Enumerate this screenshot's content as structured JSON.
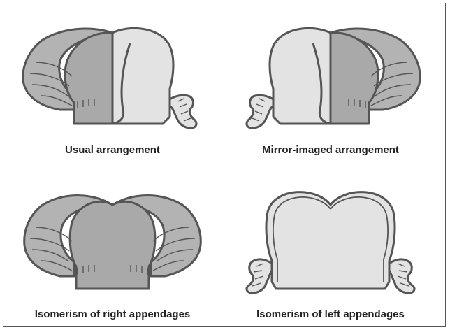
{
  "figure": {
    "panels": [
      {
        "caption": "Usual arrangement",
        "morphology_right": "right-appendage",
        "morphology_left": "left-appendage"
      },
      {
        "caption": "Mirror-imaged arrangement",
        "morphology_right": "left-appendage",
        "morphology_left": "right-appendage"
      },
      {
        "caption": "Isomerism of right appendages",
        "morphology_right": "right-appendage",
        "morphology_left": "right-appendage"
      },
      {
        "caption": "Isomerism of left appendages",
        "morphology_right": "left-appendage",
        "morphology_left": "left-appendage"
      }
    ],
    "colors": {
      "outline": "#555555",
      "right_appendage_fill": "#b3b3b3",
      "atrium_dark_fill": "#a9a9a9",
      "atrium_light_fill": "#e3e3e3",
      "left_appendage_fill": "#e3e3e3"
    }
  }
}
